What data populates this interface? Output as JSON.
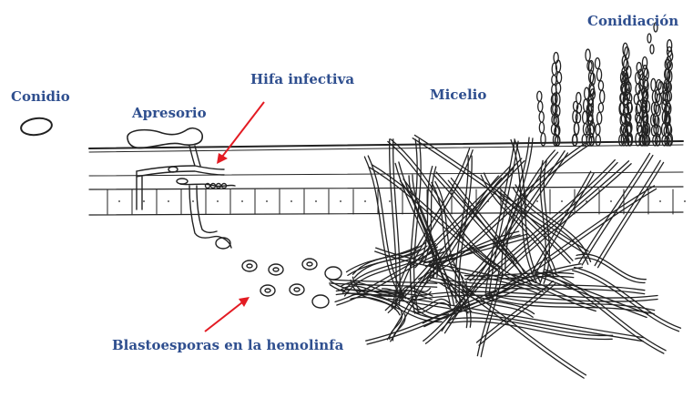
{
  "labels": {
    "conidio": "Conidio",
    "apresorio": "Apresorio",
    "hifa_infectiva": "Hifa infectiva",
    "micelio": "Micelio",
    "conidiacion": "Conidiación",
    "blastoesporas": "Blastoesporas en la hemolinfa"
  },
  "colors": {
    "label_text": "#2f4f8f",
    "arrow": "#e31b23",
    "ink": "#222222"
  }
}
